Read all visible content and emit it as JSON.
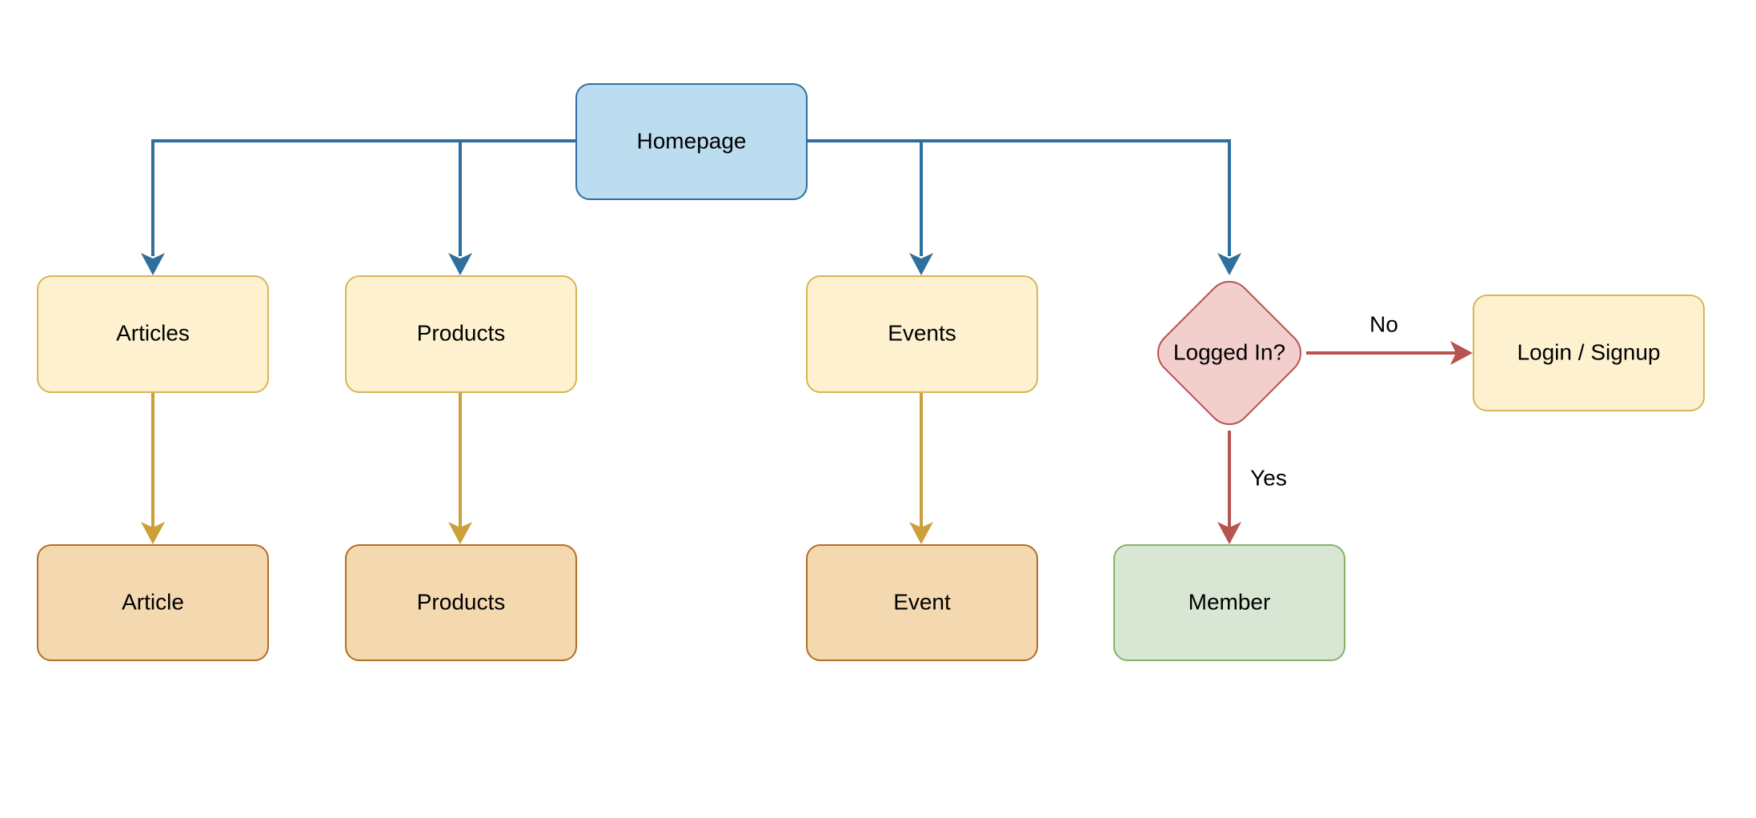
{
  "colors": {
    "blue_stroke": "#2f6f9f",
    "blue_fill": "#bcdcef",
    "yellow_fill": "#fdf1cf",
    "yellow_stroke": "#d6b656",
    "orange_fill": "#f4d8b0",
    "orange_stroke": "#b46d25",
    "gold_edge": "#cc9f3a",
    "red_fill": "#f2cfcd",
    "red_stroke": "#b85450",
    "green_fill": "#d8e7d4",
    "green_stroke": "#82b366"
  },
  "nodes": {
    "homepage": "Homepage",
    "articles": "Articles",
    "products": "Products",
    "events": "Events",
    "logged_in": "Logged In?",
    "login_signup": "Login / Signup",
    "article": "Article",
    "products_detail": "Products",
    "event": "Event",
    "member": "Member"
  },
  "edges": {
    "no": "No",
    "yes": "Yes"
  }
}
